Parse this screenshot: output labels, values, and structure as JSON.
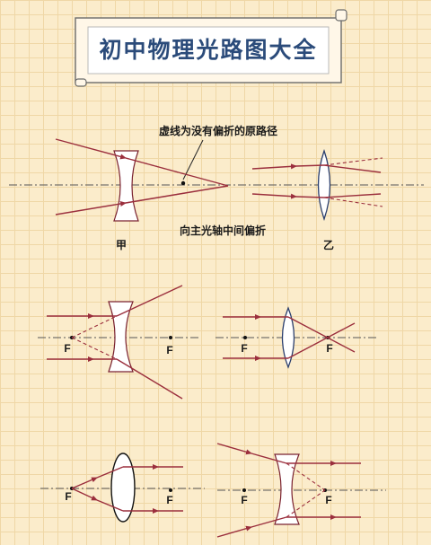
{
  "title": "初中物理光路图大全",
  "top": {
    "note": "虚线为没有偏折的原路径",
    "caption": "向主光轴中间偏折",
    "label_left": "甲",
    "label_right": "乙"
  },
  "focus_label": "F",
  "colors": {
    "background": "#fbeccb",
    "grid": "#efd7a6",
    "ray": "#9b2f3d",
    "title": "#2b4b7a"
  }
}
